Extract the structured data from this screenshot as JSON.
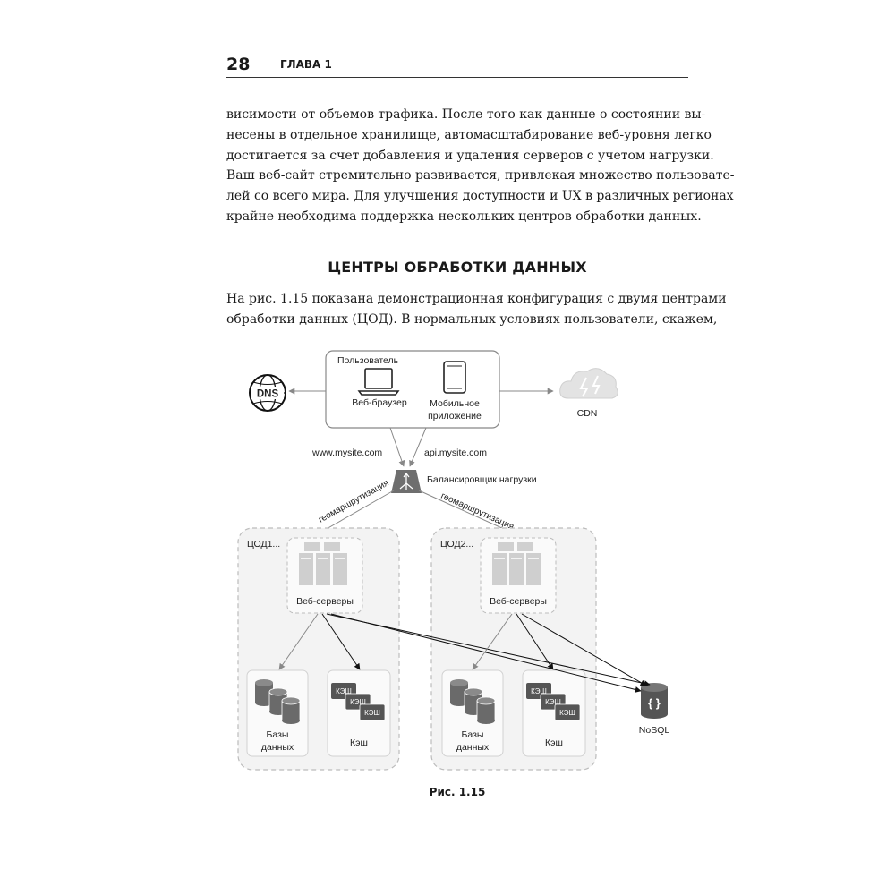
{
  "header": {
    "page_number": "28",
    "chapter": "ГЛАВА 1"
  },
  "paragraphs": [
    {
      "lines": [
        "висимости от объемов трафика. После того как данные о состоянии вы-",
        "несены в отдельное хранилище, автомасштабирование веб-уровня легко",
        "достигается за счет добавления и удаления серверов с учетом нагрузки."
      ]
    },
    {
      "lines": [
        "Ваш веб-сайт стремительно развивается, привлекая множество пользовате-",
        "лей со всего мира. Для улучшения доступности и UX в различных регионах",
        "крайне необходима поддержка нескольких центров обработки данных."
      ]
    },
    {
      "lines": [
        "На рис. 1.15 показана демонстрационная конфигурация с двумя центрами",
        "обработки данных (ЦОД). В нормальных условиях пользователи, скажем,"
      ]
    }
  ],
  "section_heading": "ЦЕНТРЫ ОБРАБОТКИ ДАННЫХ",
  "diagram": {
    "user_label": "Пользователь",
    "web_browser": "Веб-браузер",
    "mobile_app_line1": "Мобильное",
    "mobile_app_line2": "приложение",
    "dns": "DNS",
    "cdn": "CDN",
    "web_domain": "www.mysite.com",
    "api_domain": "api.mysite.com",
    "load_balancer": "Балансировщик нагрузки",
    "geo_routing_left": "геомаршрутизация",
    "geo_routing_right": "геомаршрутизация",
    "dc1": {
      "title": "ЦОД1...",
      "web_servers": "Веб-серверы",
      "db_line1": "Базы",
      "db_line2": "данных",
      "cache": "Кэш",
      "cache_tag": "КЭШ"
    },
    "dc2": {
      "title": "ЦОД2...",
      "web_servers": "Веб-серверы",
      "db_line1": "Базы",
      "db_line2": "данных",
      "cache": "Кэш",
      "cache_tag": "КЭШ"
    },
    "nosql": "NoSQL",
    "nosql_glyph": "{ }"
  },
  "caption": "Рис. 1.15"
}
